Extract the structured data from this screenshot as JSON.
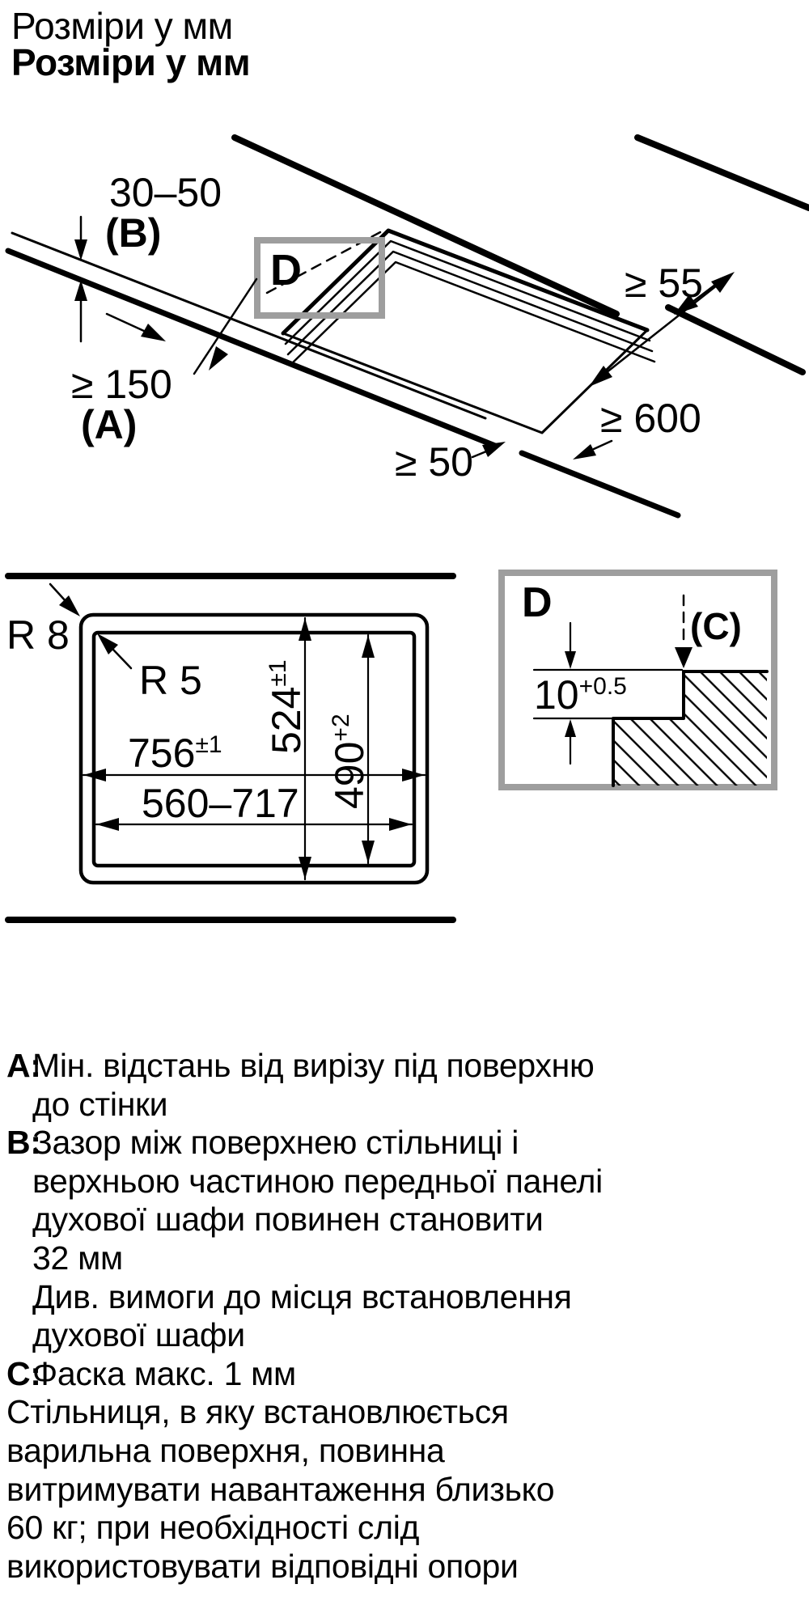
{
  "title": {
    "line1": "Розміри у мм",
    "line2": "Розміри у мм"
  },
  "colors": {
    "detail_box_gray": "#9e9e9e",
    "ink": "#000000"
  },
  "top_diagram": {
    "dim_thickness": "30–50",
    "ref_b": "(B)",
    "dim_wall": "≥ 150",
    "ref_a": "(A)",
    "dim_rear": "≥ 55",
    "dim_clearance": "≥ 600",
    "dim_front": "≥ 50",
    "detail_marker": "D"
  },
  "cutout_diagram": {
    "radius_outer": "R 8",
    "radius_inner": "R 5",
    "appliance_width": "756",
    "appliance_width_tol": "±1",
    "cutout_width": "560–717",
    "appliance_depth": "524",
    "appliance_depth_tol": "±1",
    "cutout_depth": "490",
    "cutout_depth_tol": "+2"
  },
  "detail_d": {
    "marker": "D",
    "ref_c": "(C)",
    "step_depth": "10",
    "step_depth_tol": "+0.5"
  },
  "notes": {
    "items": [
      {
        "key": "A:",
        "lines": [
          "Мін. відстань від вирізу під поверхню",
          "до стінки"
        ]
      },
      {
        "key": "B:",
        "lines": [
          "Зазор між поверхнею стільниці і",
          "верхньою частиною передньої панелі",
          "духової шафи повинен становити",
          "32 мм",
          "Див. вимоги до місця встановлення",
          "духової шафи"
        ]
      },
      {
        "key": "C:",
        "lines": [
          "Фаска макс. 1 мм"
        ]
      }
    ],
    "footer_lines": [
      "Стільниця, в яку встановлюється",
      "варильна поверхня, повинна",
      "витримувати навантаження близько",
      "60 кг; при необхідності слід",
      "використовувати відповідні опори"
    ]
  }
}
